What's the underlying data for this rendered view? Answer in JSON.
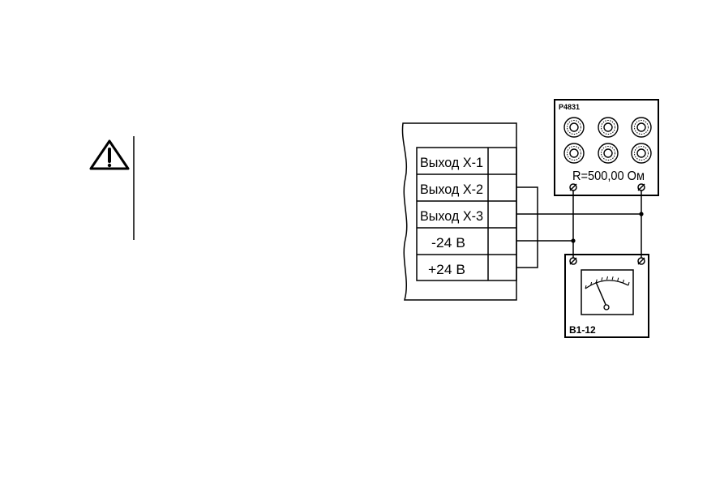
{
  "terminals": [
    {
      "label": "Выход Х-1"
    },
    {
      "label": "Выход Х-2"
    },
    {
      "label": "Выход Х-3"
    },
    {
      "label": "-24 В"
    },
    {
      "label": "+24 В"
    }
  ],
  "resistance_box": {
    "model": "Р4831",
    "value_label": "R=500,00 Ом",
    "knob_count": 6
  },
  "voltmeter": {
    "model": "В1-12"
  },
  "warning": {
    "icon": "warning-triangle-icon"
  }
}
